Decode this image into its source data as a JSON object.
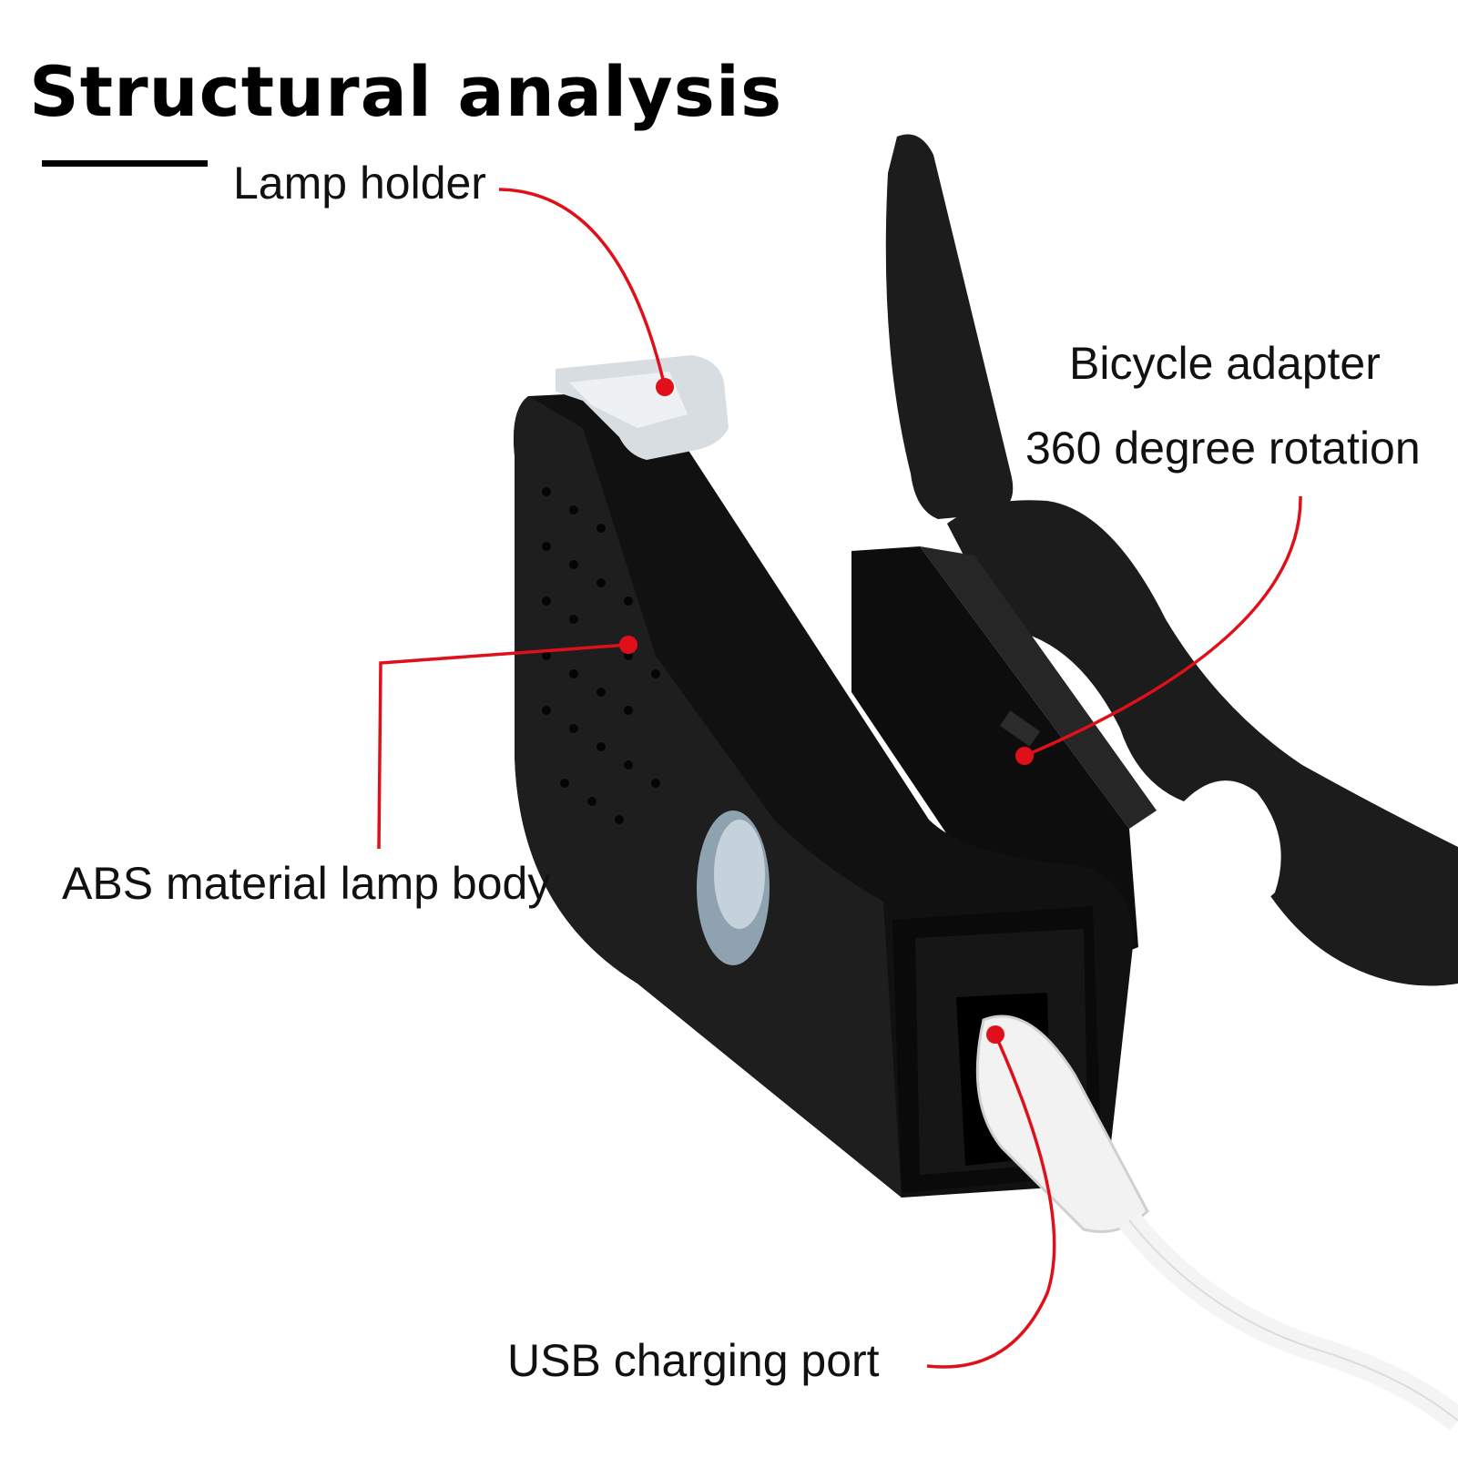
{
  "title": "Structural analysis",
  "callouts": {
    "lamp_holder": "Lamp holder",
    "bicycle_adapter": "Bicycle adapter",
    "rotation": "360 degree rotation",
    "lamp_body": "ABS material lamp body",
    "usb_port": "USB charging port"
  },
  "colors": {
    "leader": "#e0101a",
    "body": "#111111",
    "strap": "#1c1c1c",
    "lens": "#d8dde2",
    "cable": "#f2f2f2"
  }
}
